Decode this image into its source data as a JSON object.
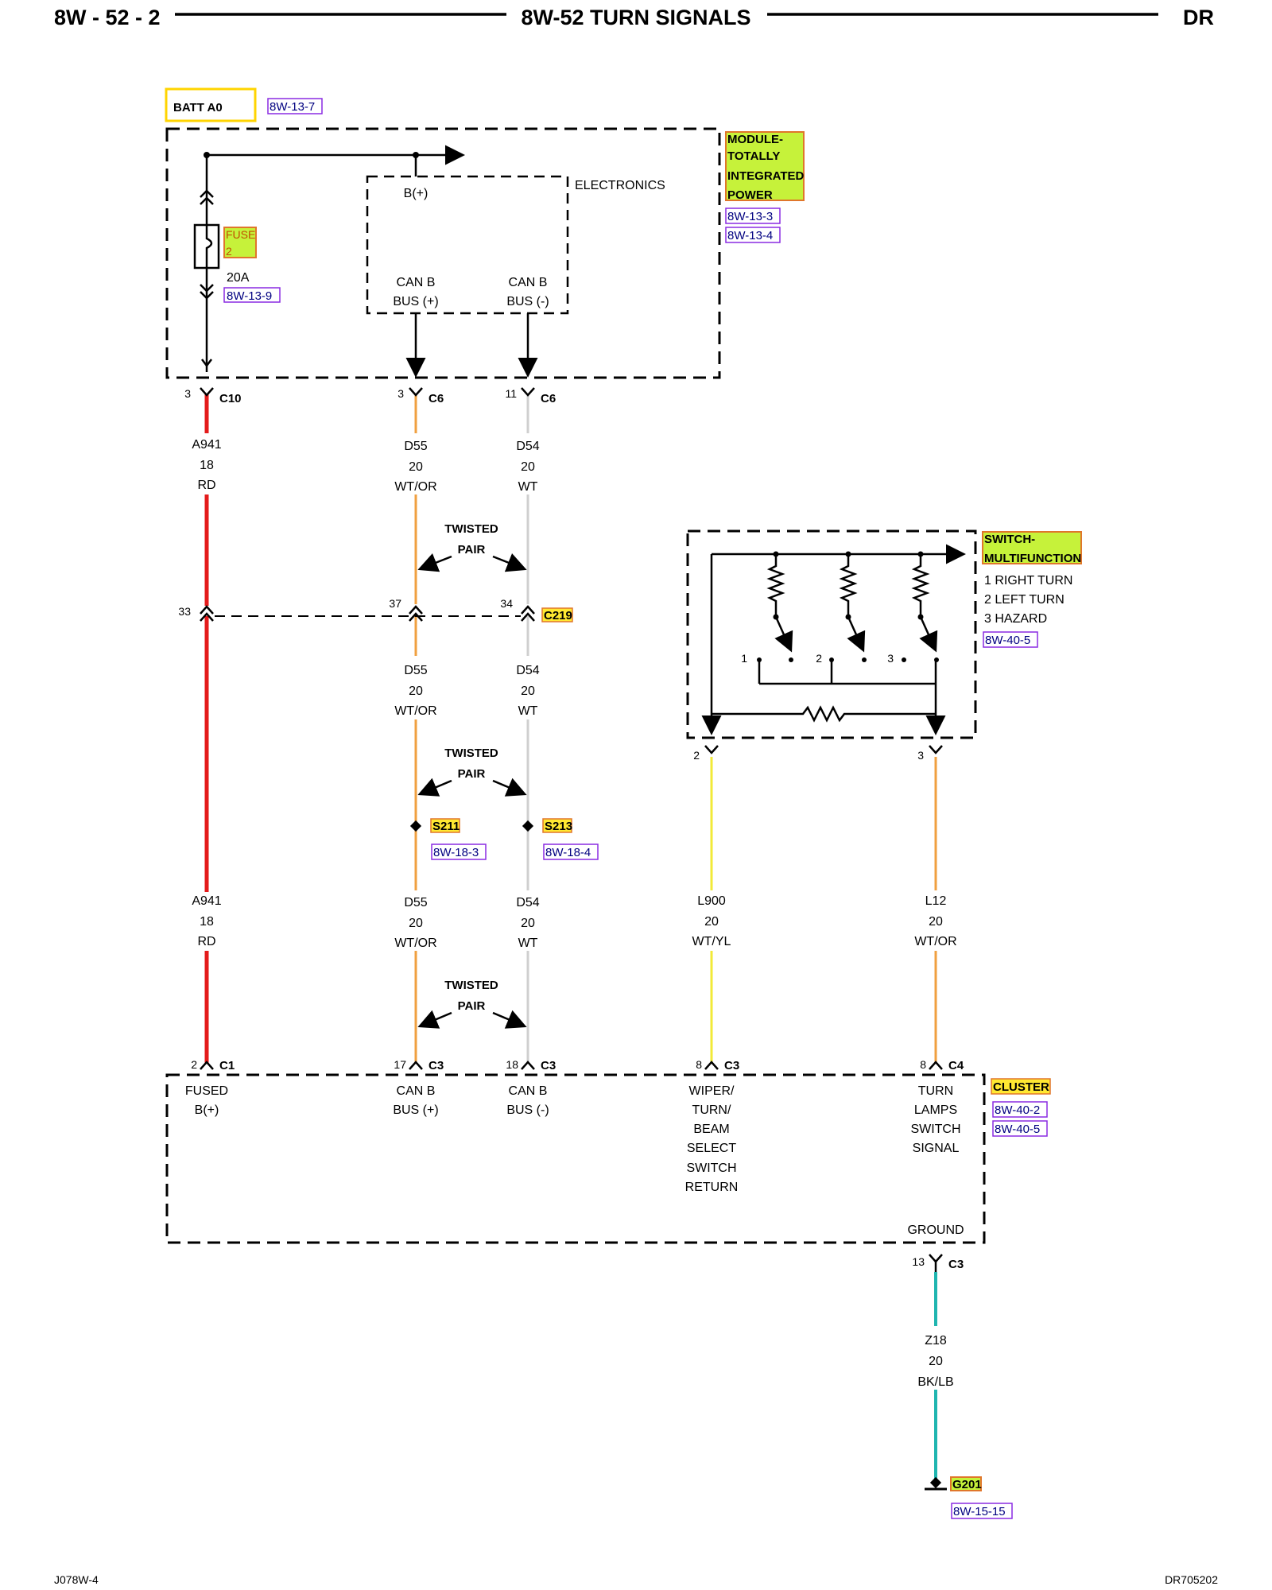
{
  "header": {
    "page_number": "8W - 52 - 2",
    "title": "8W-52 TURN SIGNALS",
    "model": "DR"
  },
  "footer": {
    "left_code": "J078W-4",
    "right_code": "DR705202"
  },
  "power_source": {
    "label": "BATT A0",
    "ref": "8W-13-7"
  },
  "tipm": {
    "name_lines": [
      "MODULE-",
      "TOTALLY",
      "INTEGRATED",
      "POWER"
    ],
    "refs": [
      "8W-13-3",
      "8W-13-4"
    ],
    "fuse_label": "FUSE",
    "fuse_number": "2",
    "fuse_rating": "20A",
    "fuse_ref": "8W-13-9",
    "electronics_label": "ELECTRONICS",
    "electronics_bplus": "B(+)",
    "canb_plus": [
      "CAN B",
      "BUS (+)"
    ],
    "canb_minus": [
      "CAN B",
      "BUS (-)"
    ]
  },
  "connectors": {
    "c10": {
      "pin": "3",
      "name": "C10"
    },
    "c6_a": {
      "pin": "3",
      "name": "C6"
    },
    "c6_b": {
      "pin": "11",
      "name": "C6"
    },
    "c219_a941": {
      "pin": "33"
    },
    "c219_d55": {
      "pin": "37"
    },
    "c219_d54": {
      "pin": "34",
      "name": "C219"
    },
    "mfs_left": {
      "pin": "2"
    },
    "mfs_right": {
      "pin": "3"
    },
    "cl_c1": {
      "pin": "2",
      "name": "C1"
    },
    "cl_c3_a": {
      "pin": "17",
      "name": "C3"
    },
    "cl_c3_b": {
      "pin": "18",
      "name": "C3"
    },
    "cl_c3_c": {
      "pin": "8",
      "name": "C3"
    },
    "cl_c4": {
      "pin": "8",
      "name": "C4"
    },
    "cl_gnd": {
      "pin": "13",
      "name": "C3"
    }
  },
  "twisted_pair": [
    "TWISTED",
    "PAIR"
  ],
  "wires": {
    "a941_top": [
      "A941",
      "18",
      "RD"
    ],
    "d55_top": [
      "D55",
      "20",
      "WT/OR"
    ],
    "d54_top": [
      "D54",
      "20",
      "WT"
    ],
    "d55_mid": [
      "D55",
      "20",
      "WT/OR"
    ],
    "d54_mid": [
      "D54",
      "20",
      "WT"
    ],
    "a941_bot": [
      "A941",
      "18",
      "RD"
    ],
    "d55_bot": [
      "D55",
      "20",
      "WT/OR"
    ],
    "d54_bot": [
      "D54",
      "20",
      "WT"
    ],
    "l900": [
      "L900",
      "20",
      "WT/YL"
    ],
    "l12": [
      "L12",
      "20",
      "WT/OR"
    ],
    "z18": [
      "Z18",
      "20",
      "BK/LB"
    ]
  },
  "splices": {
    "s211": {
      "name": "S211",
      "ref": "8W-18-3"
    },
    "s213": {
      "name": "S213",
      "ref": "8W-18-4"
    }
  },
  "multifunction_switch": {
    "name_lines": [
      "SWITCH-",
      "MULTIFUNCTION"
    ],
    "legend": [
      "1 RIGHT TURN",
      "2 LEFT TURN",
      "3 HAZARD"
    ],
    "ref": "8W-40-5",
    "positions": [
      "1",
      "2",
      "3"
    ]
  },
  "cluster": {
    "name": "CLUSTER",
    "refs": [
      "8W-40-2",
      "8W-40-5"
    ],
    "fused_bplus": [
      "FUSED",
      "B(+)"
    ],
    "canb_plus": [
      "CAN B",
      "BUS (+)"
    ],
    "canb_minus": [
      "CAN B",
      "BUS (-)"
    ],
    "wiper_lines": [
      "WIPER/",
      "TURN/",
      "BEAM",
      "SELECT",
      "SWITCH",
      "RETURN"
    ],
    "turn_lines": [
      "TURN",
      "LAMPS",
      "SWITCH",
      "SIGNAL"
    ],
    "ground_label": "GROUND"
  },
  "ground": {
    "name": "G201",
    "ref": "8W-15-15"
  },
  "wire_colors": {
    "RD": "#e41b1b",
    "WT/OR": "#f0a040",
    "WT": "#d4d4d4",
    "WT/YL": "#f2ea38",
    "BK/LB": "#1fb5b0"
  }
}
